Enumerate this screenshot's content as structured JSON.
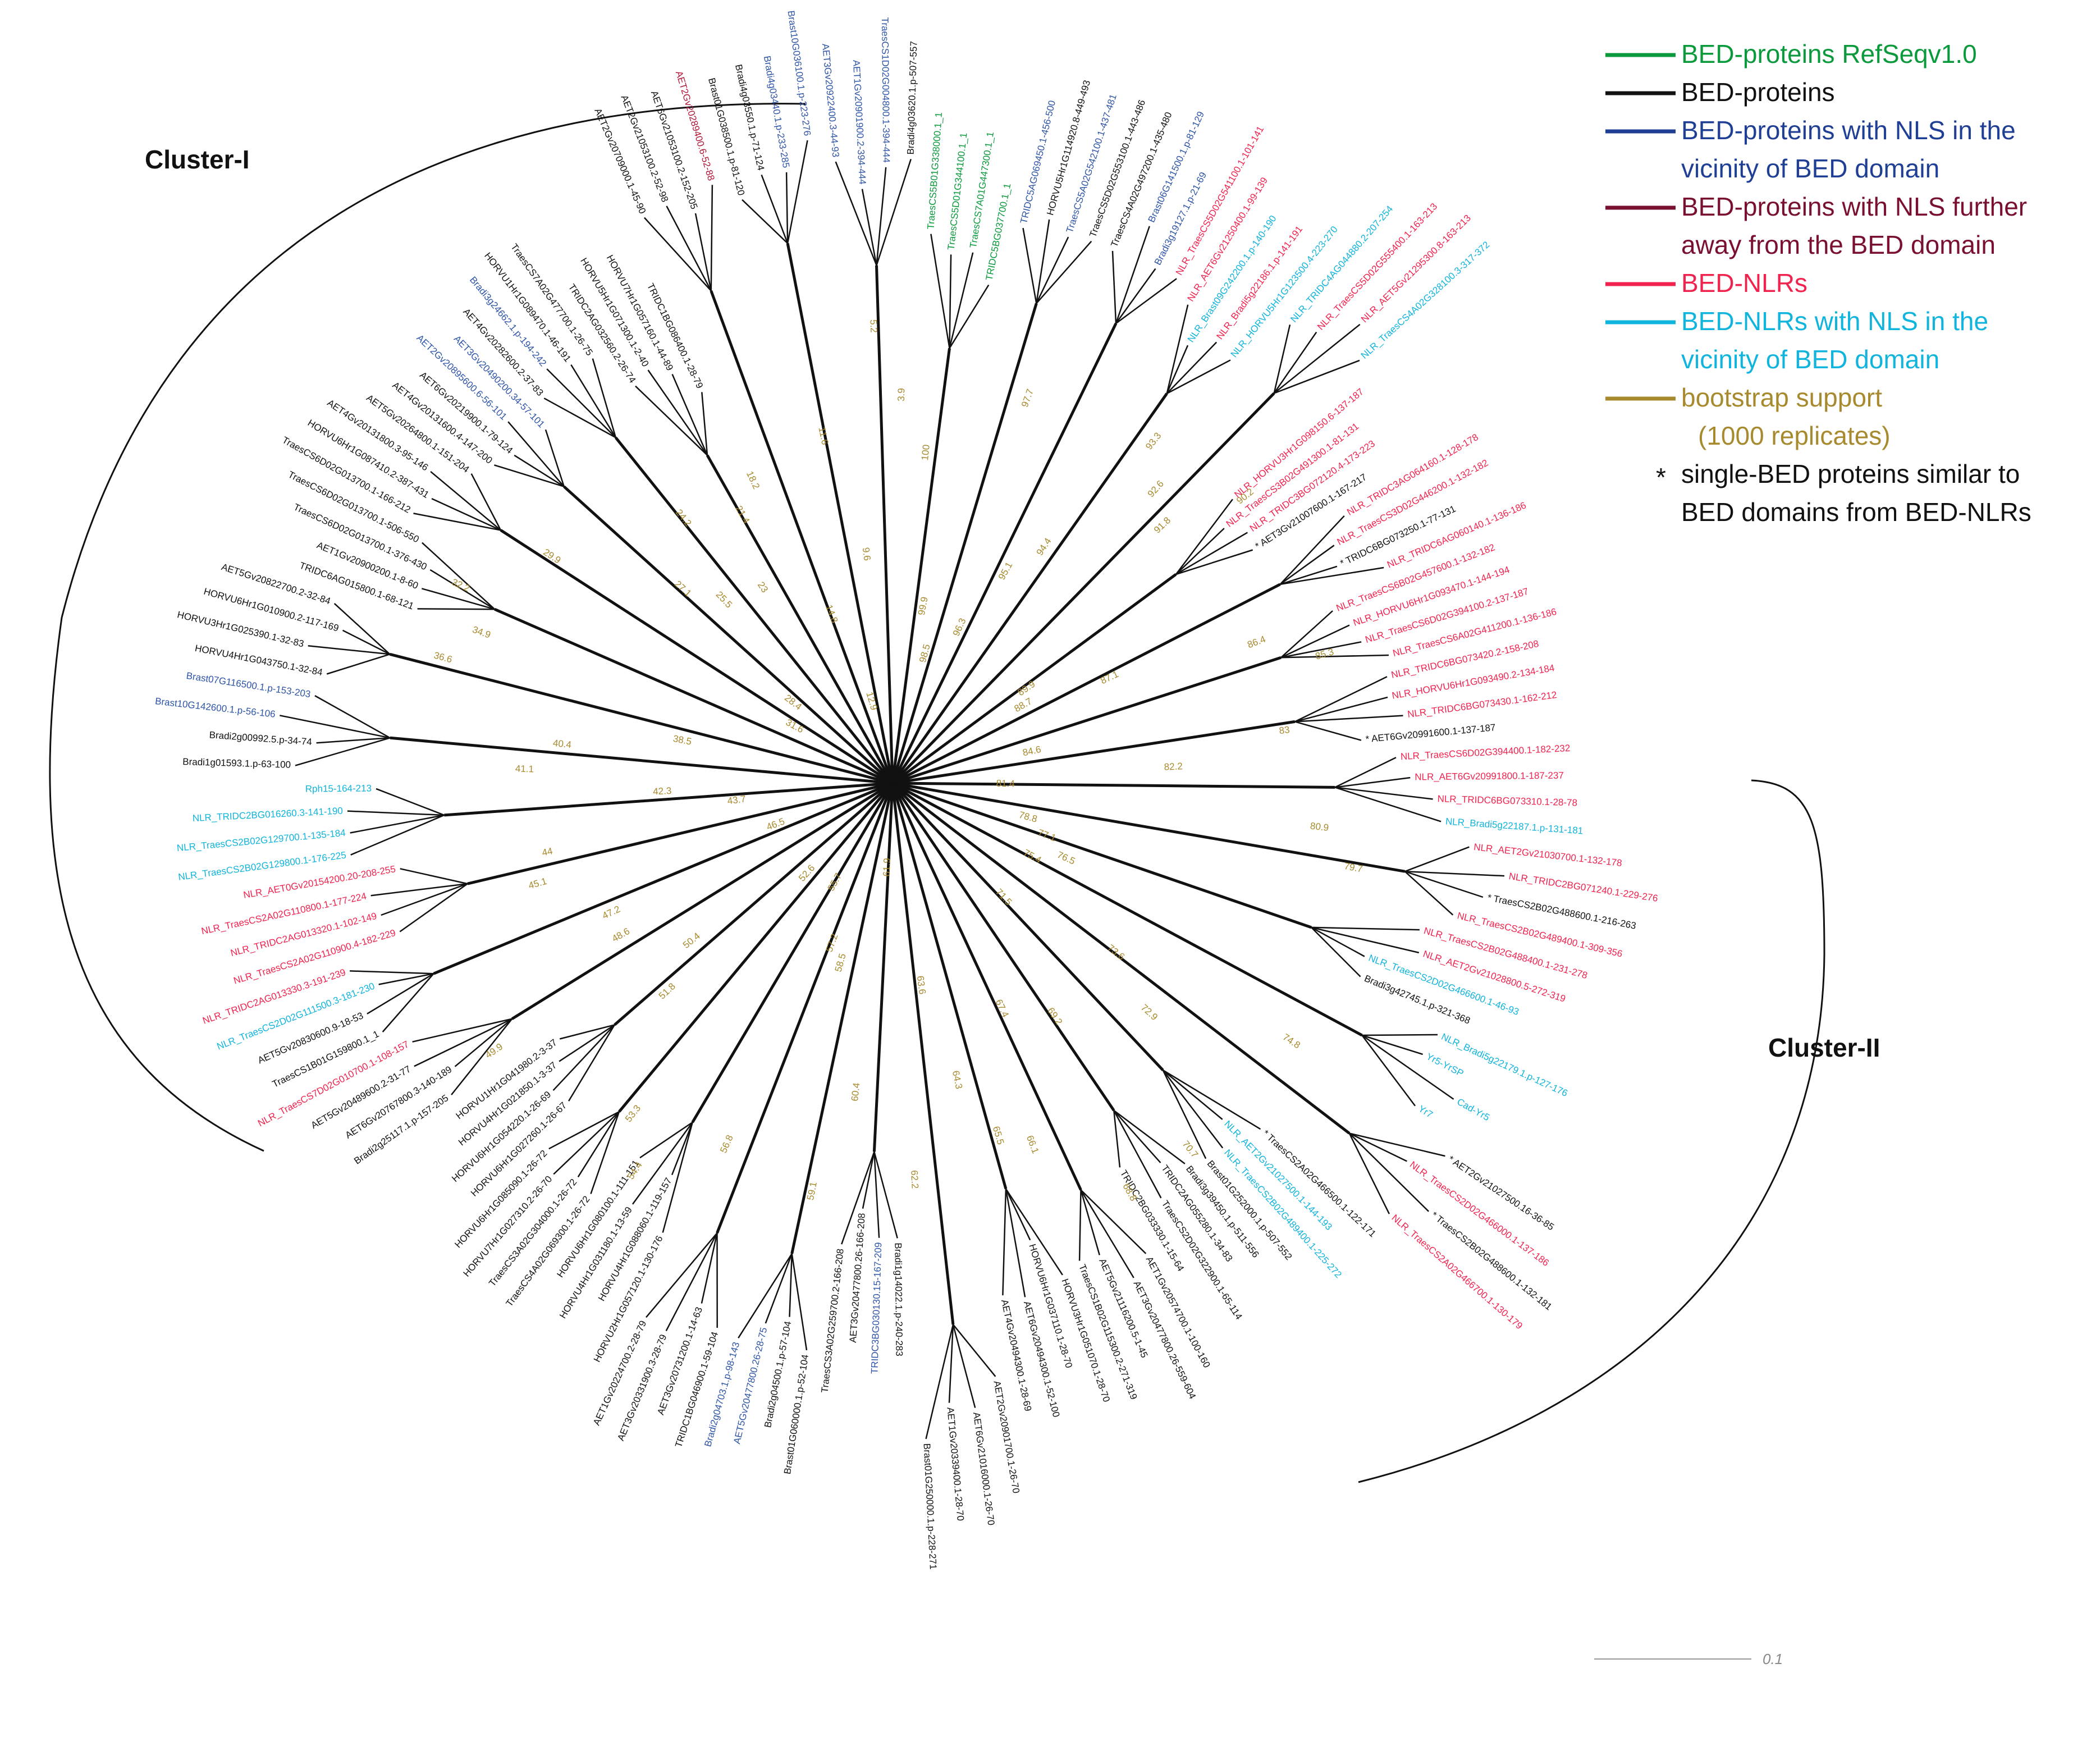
{
  "clusters": {
    "cluster1": "Cluster-I",
    "cluster2": "Cluster-II"
  },
  "scale_bar": "0.1",
  "legend": [
    {
      "kind": "line",
      "color": "#0a9a3c",
      "lines": [
        "BED-proteins RefSeqv1.0"
      ]
    },
    {
      "kind": "line",
      "color": "#111111",
      "lines": [
        "BED-proteins"
      ]
    },
    {
      "kind": "line",
      "color": "#1f3f95",
      "lines": [
        "BED-proteins with NLS in the",
        "vicinity of BED domain"
      ]
    },
    {
      "kind": "line",
      "color": "#7a1030",
      "lines": [
        "BED-proteins with NLS further",
        "away from the BED domain"
      ]
    },
    {
      "kind": "line",
      "color": "#f0234e",
      "lines": [
        "BED-NLRs"
      ]
    },
    {
      "kind": "line",
      "color": "#11b4dc",
      "lines": [
        "BED-NLRs with NLS in the",
        "vicinity of BED domain"
      ]
    },
    {
      "kind": "line",
      "color": "#a88a2e",
      "lines": [
        "bootstrap support",
        "(1000 replicates)"
      ]
    },
    {
      "kind": "star",
      "color": "#111111",
      "lines": [
        "single-BED proteins similar to",
        "BED domains from BED-NLRs"
      ]
    }
  ],
  "colors": {
    "refseq": "#0a9a3c",
    "bed": "#111111",
    "bed_nls_near": "#2f55a8",
    "bed_nls_far": "#b21636",
    "bed_nlr": "#f0234e",
    "bed_nlr_nls": "#11b4dc",
    "bootstrap": "#a88a2e"
  },
  "leaves": [
    {
      "text": "TraesCS5B01G338000.1_1",
      "group": "refseq"
    },
    {
      "text": "TraesCS5D01G344100.1_1",
      "group": "refseq"
    },
    {
      "text": "TraesCS7A01G447300.1_1",
      "group": "refseq"
    },
    {
      "text": "TRIDC5BG037700.1_1",
      "group": "refseq"
    },
    {
      "text": "TRIDC5AG069450.1-456-500",
      "group": "bed_nls_near"
    },
    {
      "text": "HORVU5Hr1G114920.8-449-493",
      "group": "bed"
    },
    {
      "text": "TraesCS5A02G542100.1-437-481",
      "group": "bed_nls_near"
    },
    {
      "text": "TraesCS5D02G553100.1-443-486",
      "group": "bed"
    },
    {
      "text": "TraesCS4A02G497200.1-435-480",
      "group": "bed"
    },
    {
      "text": "Brast06G141500.1.p-81-129",
      "group": "bed_nls_near"
    },
    {
      "text": "Bradi3g19127.1.p-21-69",
      "group": "bed_nls_near"
    },
    {
      "text": "NLR_TraesCS5D02G541100.1-101-141",
      "group": "bed_nlr"
    },
    {
      "text": "NLR_AET6Gv21250400.1-99-139",
      "group": "bed_nlr"
    },
    {
      "text": "NLR_Brast09G242200.1.p-140-190",
      "group": "bed_nlr_nls"
    },
    {
      "text": "NLR_Bradi5g22186.1.p-141-191",
      "group": "bed_nlr"
    },
    {
      "text": "NLR_HORVU5Hr1G123500.4-223-270",
      "group": "bed_nlr_nls"
    },
    {
      "text": "NLR_TRIDC4AG044880.2-207-254",
      "group": "bed_nlr_nls"
    },
    {
      "text": "NLR_TraesCS5D02G555400.1-163-213",
      "group": "bed_nlr"
    },
    {
      "text": "NLR_AET5Gv21295300.8-163-213",
      "group": "bed_nlr"
    },
    {
      "text": "NLR_TraesCS4A02G328100.3-317-372",
      "group": "bed_nlr_nls"
    },
    {
      "text": "NLR_HORVU3Hr1G098150.6-137-187",
      "group": "bed_nlr"
    },
    {
      "text": "NLR_TraesCS3B02G491300.1-81-131",
      "group": "bed_nlr"
    },
    {
      "text": "NLR_TRIDC3BG072120.4-173-223",
      "group": "bed_nlr"
    },
    {
      "text": "AET3Gv21007600.1-167-217",
      "group": "bed",
      "star": true
    },
    {
      "text": "NLR_TRIDC3AG064160.1-128-178",
      "group": "bed_nlr"
    },
    {
      "text": "NLR_TraesCS3D02G446200.1-132-182",
      "group": "bed_nlr"
    },
    {
      "text": "TRIDC6BG073250.1-77-131",
      "group": "bed",
      "star": true
    },
    {
      "text": "NLR_TRIDC6AG060140.1-136-186",
      "group": "bed_nlr"
    },
    {
      "text": "NLR_TraesCS6B02G457600.1-132-182",
      "group": "bed_nlr"
    },
    {
      "text": "NLR_HORVU6Hr1G093470.1-144-194",
      "group": "bed_nlr"
    },
    {
      "text": "NLR_TraesCS6D02G394100.2-137-187",
      "group": "bed_nlr"
    },
    {
      "text": "NLR_TraesCS6A02G411200.1-136-186",
      "group": "bed_nlr"
    },
    {
      "text": "NLR_TRIDC6BG073420.2-158-208",
      "group": "bed_nlr"
    },
    {
      "text": "NLR_HORVU6Hr1G093490.2-134-184",
      "group": "bed_nlr"
    },
    {
      "text": "NLR_TRIDC6BG073430.1-162-212",
      "group": "bed_nlr"
    },
    {
      "text": "AET6Gv20991600.1-137-187",
      "group": "bed",
      "star": true
    },
    {
      "text": "NLR_TraesCS6D02G394400.1-182-232",
      "group": "bed_nlr"
    },
    {
      "text": "NLR_AET6Gv20991800.1-187-237",
      "group": "bed_nlr"
    },
    {
      "text": "NLR_TRIDC6BG073310.1-28-78",
      "group": "bed_nlr"
    },
    {
      "text": "NLR_Bradi5g22187.1.p-131-181",
      "group": "bed_nlr_nls"
    },
    {
      "text": "NLR_AET2Gv21030700.1-132-178",
      "group": "bed_nlr"
    },
    {
      "text": "NLR_TRIDC2BG071240.1-229-276",
      "group": "bed_nlr"
    },
    {
      "text": "TraesCS2B02G488600.1-216-263",
      "group": "bed",
      "star": true
    },
    {
      "text": "NLR_TraesCS2B02G489400.1-309-356",
      "group": "bed_nlr"
    },
    {
      "text": "NLR_TraesCS2B02G488400.1-231-278",
      "group": "bed_nlr"
    },
    {
      "text": "NLR_AET2Gv21028800.5-272-319",
      "group": "bed_nlr"
    },
    {
      "text": "NLR_TraesCS2D02G466600.1-46-93",
      "group": "bed_nlr_nls"
    },
    {
      "text": "Bradi3g42745.1.p-321-368",
      "group": "bed"
    },
    {
      "text": "NLR_Bradi5g22179.1.p-127-176",
      "group": "bed_nlr_nls"
    },
    {
      "text": "Yr5-YrSP",
      "group": "bed_nlr_nls"
    },
    {
      "text": "Cad-Yr5",
      "group": "bed_nlr_nls"
    },
    {
      "text": "Yr7",
      "group": "bed_nlr_nls"
    },
    {
      "text": "AET2Gv21027500.16-36-85",
      "group": "bed",
      "star": true
    },
    {
      "text": "NLR_TraesCS2D02G466000.1-137-186",
      "group": "bed_nlr"
    },
    {
      "text": "TraesCS2B02G488600.1-132-181",
      "group": "bed",
      "star": true
    },
    {
      "text": "NLR_TraesCS2A02G466700.1-130-179",
      "group": "bed_nlr"
    },
    {
      "text": "TraesCS2A02G466500.1-122-171",
      "group": "bed",
      "star": true
    },
    {
      "text": "NLR_AET2Gv21027500.1-144-193",
      "group": "bed_nlr_nls"
    },
    {
      "text": "NLR_TraesCS2B02G489400.1-225-272",
      "group": "bed_nlr_nls"
    },
    {
      "text": "Brast01G252000.1.p-507-552",
      "group": "bed"
    },
    {
      "text": "Bradi3g39450.1.p-511-556",
      "group": "bed"
    },
    {
      "text": "TRIDC2AG055280.1-34-83",
      "group": "bed"
    },
    {
      "text": "TraesCS2D02G322900.1-65-114",
      "group": "bed"
    },
    {
      "text": "TRIDC2BG033330.1-15-64",
      "group": "bed"
    },
    {
      "text": "AET1Gv20574700.1-100-160",
      "group": "bed"
    },
    {
      "text": "AET3Gv20477800.26-559-604",
      "group": "bed"
    },
    {
      "text": "AET5Gv21116200.5-1-45",
      "group": "bed"
    },
    {
      "text": "TraesCS1B02G115300.2-271-319",
      "group": "bed"
    },
    {
      "text": "HORVU3Hr1G051070.1-28-70",
      "group": "bed"
    },
    {
      "text": "HORVU6Hr1G037110.1-28-70",
      "group": "bed"
    },
    {
      "text": "AET6Gv20494300.1-52-100",
      "group": "bed"
    },
    {
      "text": "AET4Gv20494300.1-28-69",
      "group": "bed"
    },
    {
      "text": "AET2Gv20901700.1-26-70",
      "group": "bed"
    },
    {
      "text": "AET6Gv21016000.1-26-70",
      "group": "bed"
    },
    {
      "text": "AET1Gv20339400.1-28-70",
      "group": "bed"
    },
    {
      "text": "Brast01G250000.1.p-228-271",
      "group": "bed"
    },
    {
      "text": "Bradi1g14022.1.p-240-283",
      "group": "bed"
    },
    {
      "text": "TRIDC3BG030130.15-167-209",
      "group": "bed_nls_near"
    },
    {
      "text": "AET3Gv20477800.26-166-208",
      "group": "bed"
    },
    {
      "text": "TraesCS3A02G259700.2-166-208",
      "group": "bed"
    },
    {
      "text": "Brast01G060000.1.p-52-104",
      "group": "bed"
    },
    {
      "text": "Bradi2g04500.1.p-57-104",
      "group": "bed"
    },
    {
      "text": "AET5Gv20477800.26-28-75",
      "group": "bed_nls_near"
    },
    {
      "text": "Bradi2g04703.1.p-98-143",
      "group": "bed_nls_near"
    },
    {
      "text": "TRIDC1BG046900.1-59-104",
      "group": "bed"
    },
    {
      "text": "AET3Gv20731200.1-14-63",
      "group": "bed"
    },
    {
      "text": "AET3Gv20331900.3-28-79",
      "group": "bed"
    },
    {
      "text": "AET1Gv20224700.2-28-79",
      "group": "bed"
    },
    {
      "text": "HORVU2Hr1G057120.1-130-176",
      "group": "bed"
    },
    {
      "text": "HORVU4Hr1G088060.1-119-157",
      "group": "bed"
    },
    {
      "text": "HORVU4Hr1G031180.1-13-59",
      "group": "bed"
    },
    {
      "text": "HORVU6Hr1G080100.1-111-151",
      "group": "bed"
    },
    {
      "text": "TraesCS4A02G069300.1-26-72",
      "group": "bed"
    },
    {
      "text": "TraesCS3A02G304000.1-26-72",
      "group": "bed"
    },
    {
      "text": "HORVU7Hr1G027310.2-26-70",
      "group": "bed"
    },
    {
      "text": "HORVU6Hr1G085090.1-26-72",
      "group": "bed"
    },
    {
      "text": "HORVU6Hr1G027260.1-26-67",
      "group": "bed"
    },
    {
      "text": "HORVU6Hr1G054220.1-26-69",
      "group": "bed"
    },
    {
      "text": "HORVU4Hr1G021850.1-3-37",
      "group": "bed"
    },
    {
      "text": "HORVU1Hr1G041980.2-3-37",
      "group": "bed"
    },
    {
      "text": "Bradi2g25117.1.p-157-205",
      "group": "bed"
    },
    {
      "text": "AET6Gv20767800.3-140-189",
      "group": "bed"
    },
    {
      "text": "AET5Gv20489600.2-31-77",
      "group": "bed"
    },
    {
      "text": "NLR_TraesCS7D02G010700.1-108-157",
      "group": "bed_nlr"
    },
    {
      "text": "TraesCS1B01G159800.1_1",
      "group": "bed"
    },
    {
      "text": "AET5Gv20830600.9-18-53",
      "group": "bed"
    },
    {
      "text": "NLR_TraesCS2D02G111500.3-181-230",
      "group": "bed_nlr_nls"
    },
    {
      "text": "NLR_TRIDC2AG013330.3-191-239",
      "group": "bed_nlr"
    },
    {
      "text": "NLR_TraesCS2A02G110900.4-182-229",
      "group": "bed_nlr"
    },
    {
      "text": "NLR_TRIDC2AG013320.1-102-149",
      "group": "bed_nlr"
    },
    {
      "text": "NLR_TraesCS2A02G110800.1-177-224",
      "group": "bed_nlr"
    },
    {
      "text": "NLR_AET0Gv20154200.20-208-255",
      "group": "bed_nlr"
    },
    {
      "text": "NLR_TraesCS2B02G129800.1-176-225",
      "group": "bed_nlr_nls"
    },
    {
      "text": "NLR_TraesCS2B02G129700.1-135-184",
      "group": "bed_nlr_nls"
    },
    {
      "text": "NLR_TRIDC2BG016260.3-141-190",
      "group": "bed_nlr_nls"
    },
    {
      "text": "Rph15-164-213",
      "group": "bed_nlr_nls"
    },
    {
      "text": "Bradi1g01593.1.p-63-100",
      "group": "bed"
    },
    {
      "text": "Bradi2g00992.5.p-34-74",
      "group": "bed"
    },
    {
      "text": "Brast10G142600.1.p-56-106",
      "group": "bed_nls_near"
    },
    {
      "text": "Brast07G116500.1.p-153-203",
      "group": "bed_nls_near"
    },
    {
      "text": "HORVU4Hr1G043750.1-32-84",
      "group": "bed"
    },
    {
      "text": "HORVU3Hr1G025390.1-32-83",
      "group": "bed"
    },
    {
      "text": "HORVU6Hr1G010900.2-117-169",
      "group": "bed"
    },
    {
      "text": "AET5Gv20822700.2-32-84",
      "group": "bed"
    },
    {
      "text": "TRIDC6AG015800.1-68-121",
      "group": "bed"
    },
    {
      "text": "AET1Gv20900200.1-8-60",
      "group": "bed"
    },
    {
      "text": "TraesCS6D02G013700.1-376-430",
      "group": "bed"
    },
    {
      "text": "TraesCS6D02G013700.1-506-550",
      "group": "bed"
    },
    {
      "text": "TraesCS6D02G013700.1-166-212",
      "group": "bed"
    },
    {
      "text": "HORVU6Hr1G087410.2-387-431",
      "group": "bed"
    },
    {
      "text": "AET4Gv20131800.3-95-146",
      "group": "bed"
    },
    {
      "text": "AET5Gv20264800.1-151-204",
      "group": "bed"
    },
    {
      "text": "AET4Gv20131600.4-147-200",
      "group": "bed"
    },
    {
      "text": "AET6Gv20219900.1-79-124",
      "group": "bed"
    },
    {
      "text": "AET2Gv20895600.6-56-101",
      "group": "bed_nls_near"
    },
    {
      "text": "AET3Gv20490200.34-57-101",
      "group": "bed_nls_near"
    },
    {
      "text": "AET4Gv20282600.2-37-83",
      "group": "bed"
    },
    {
      "text": "Bradi3g24662.1.p-194-242",
      "group": "bed_nls_near"
    },
    {
      "text": "HORVU1Hr1G089470.1-46-191",
      "group": "bed"
    },
    {
      "text": "TraesCS7A02G477700.1-26-75",
      "group": "bed"
    },
    {
      "text": "TRIDC2AG032560.2-26-74",
      "group": "bed"
    },
    {
      "text": "HORVU5Hr1G071300.1-2-40",
      "group": "bed"
    },
    {
      "text": "HORVU7Hr1G057160.1-44-89",
      "group": "bed"
    },
    {
      "text": "TRIDC1BG086400.1-28-79",
      "group": "bed"
    },
    {
      "text": "AET2Gv20709000.1-45-90",
      "group": "bed"
    },
    {
      "text": "AET2Gv21053100.2-52-98",
      "group": "bed"
    },
    {
      "text": "AET6Gv21053100.2-152-205",
      "group": "bed"
    },
    {
      "text": "AET2Gv20289400.6-52-88",
      "group": "bed_nls_far"
    },
    {
      "text": "Brast01G038500.1.p-81-120",
      "group": "bed"
    },
    {
      "text": "Bradi4g03550.1.p-71-124",
      "group": "bed"
    },
    {
      "text": "Bradi4g03440.1.p-233-285",
      "group": "bed_nls_near"
    },
    {
      "text": "Brast10G036100.1.p-223-276",
      "group": "bed_nls_near"
    },
    {
      "text": "AET3Gv20922400.3-44-93",
      "group": "bed_nls_near"
    },
    {
      "text": "AET1Gv20901900.2-394-444",
      "group": "bed_nls_near"
    },
    {
      "text": "TraesCS1D02G004800.1-394-444",
      "group": "bed_nls_near"
    },
    {
      "text": "Bradi4g03620.1.p-507-557",
      "group": "bed"
    }
  ],
  "bootstrap": [
    "100",
    "99.9",
    "98.5",
    "97.7",
    "96.3",
    "95.1",
    "94.4",
    "93.3",
    "92.6",
    "91.8",
    "90.2",
    "89.9",
    "88.7",
    "87.1",
    "86.4",
    "85.3",
    "84.6",
    "83",
    "82.2",
    "81.4",
    "80.9",
    "79.7",
    "78.8",
    "77.1",
    "76.5",
    "75.4",
    "74.8",
    "73.6",
    "72.9",
    "71.5",
    "70.7",
    "69.2",
    "68.8",
    "67.4",
    "66.1",
    "65.5",
    "64.3",
    "63.6",
    "62.2",
    "61.9",
    "60.4",
    "59.1",
    "58.5",
    "57.2",
    "56.8",
    "55.7",
    "54.4",
    "53.3",
    "52.6",
    "51.8",
    "50.4",
    "49.9",
    "48.6",
    "47.2",
    "46.5",
    "45.1",
    "44",
    "43.7",
    "42.3",
    "41.1",
    "40.4",
    "38.5",
    "36.6",
    "34.9",
    "32.2",
    "31.6",
    "29.9",
    "28.4",
    "27.1",
    "25.5",
    "24.2",
    "23",
    "21.4",
    "18.2",
    "14.8",
    "12.9",
    "11.6",
    "9.6",
    "5.2",
    "3.9"
  ]
}
